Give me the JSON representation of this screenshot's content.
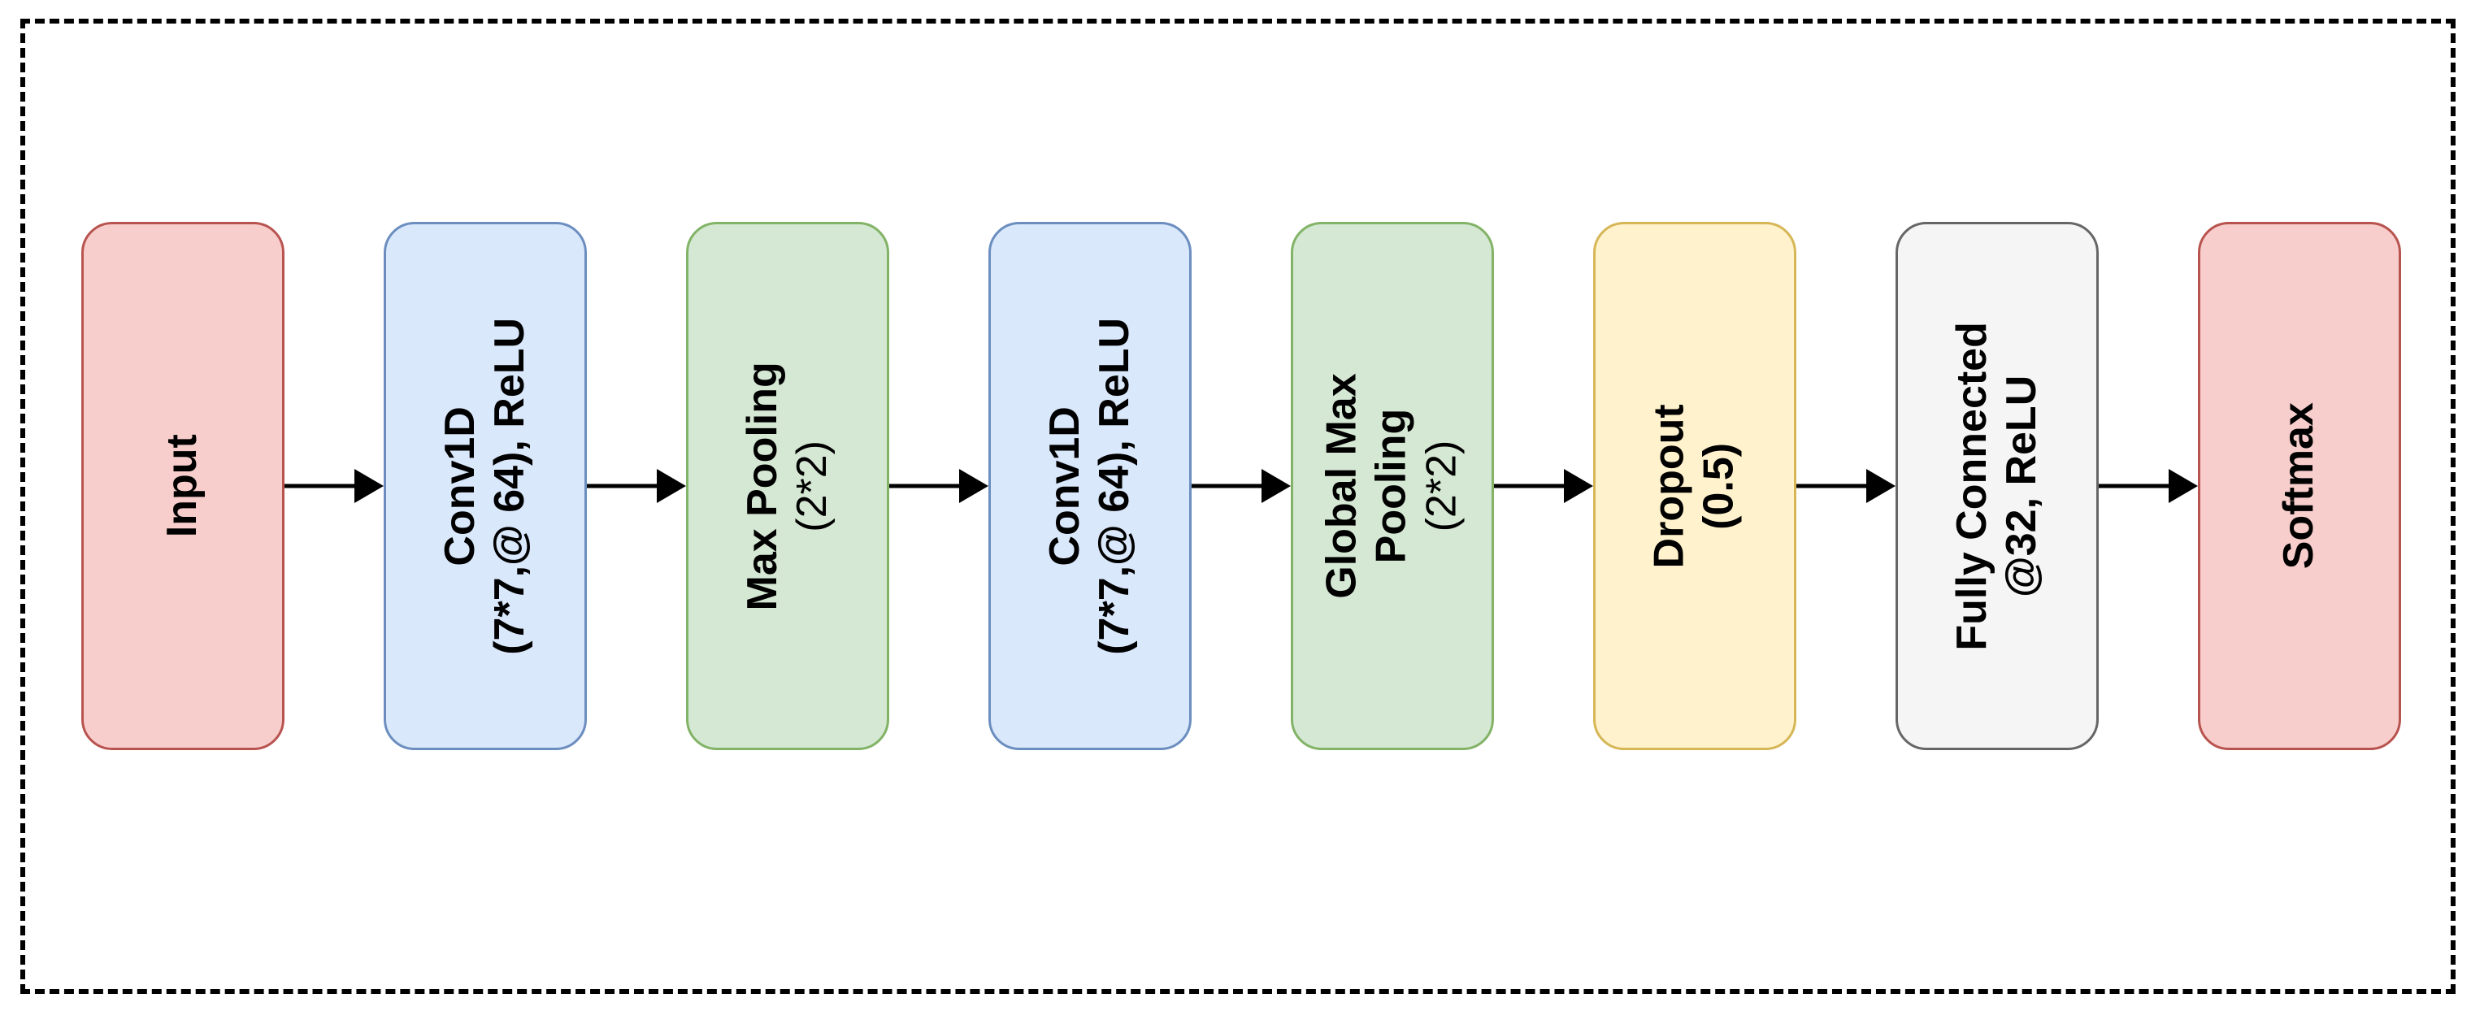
{
  "figure": {
    "kind": "cnn-architecture-flow-diagram",
    "frame_border_color": "#000000",
    "arrow_color": "#000000",
    "text_color": "#000000",
    "boxes": [
      {
        "name": "input",
        "fill": "#f8cecc",
        "stroke": "#b85450",
        "lines": [
          {
            "text": "Input",
            "bold": true
          }
        ]
      },
      {
        "name": "conv1d-1",
        "fill": "#dae8fc",
        "stroke": "#6c8ebf",
        "lines": [
          {
            "text": "Conv1D",
            "bold": true
          },
          {
            "text": "(7*7,@ 64), ReLU",
            "bold": true
          }
        ]
      },
      {
        "name": "max-pooling",
        "fill": "#d5e8d4",
        "stroke": "#82b366",
        "lines": [
          {
            "text": "Max Pooling",
            "bold": true
          },
          {
            "text": "(2*2)",
            "bold": false
          }
        ]
      },
      {
        "name": "conv1d-2",
        "fill": "#dae8fc",
        "stroke": "#6c8ebf",
        "lines": [
          {
            "text": "Conv1D",
            "bold": true
          },
          {
            "text": "(7*7,@ 64), ReLU",
            "bold": true
          }
        ]
      },
      {
        "name": "global-max-pooling",
        "fill": "#d5e8d4",
        "stroke": "#82b366",
        "lines": [
          {
            "text": "Global Max",
            "bold": true
          },
          {
            "text": "Pooling",
            "bold": true
          },
          {
            "text": "(2*2)",
            "bold": false
          }
        ]
      },
      {
        "name": "dropout",
        "fill": "#fff2cc",
        "stroke": "#d6b656",
        "lines": [
          {
            "text": "Dropout",
            "bold": true
          },
          {
            "text": "(0.5)",
            "bold": true
          }
        ]
      },
      {
        "name": "fully-connected",
        "fill": "#f5f5f5",
        "stroke": "#666666",
        "lines": [
          {
            "text": "Fully Connected",
            "bold": true
          },
          {
            "text": "@32, ReLU",
            "bold": true
          }
        ]
      },
      {
        "name": "softmax",
        "fill": "#f8cecc",
        "stroke": "#b85450",
        "lines": [
          {
            "text": "Softmax",
            "bold": true
          }
        ]
      }
    ]
  }
}
